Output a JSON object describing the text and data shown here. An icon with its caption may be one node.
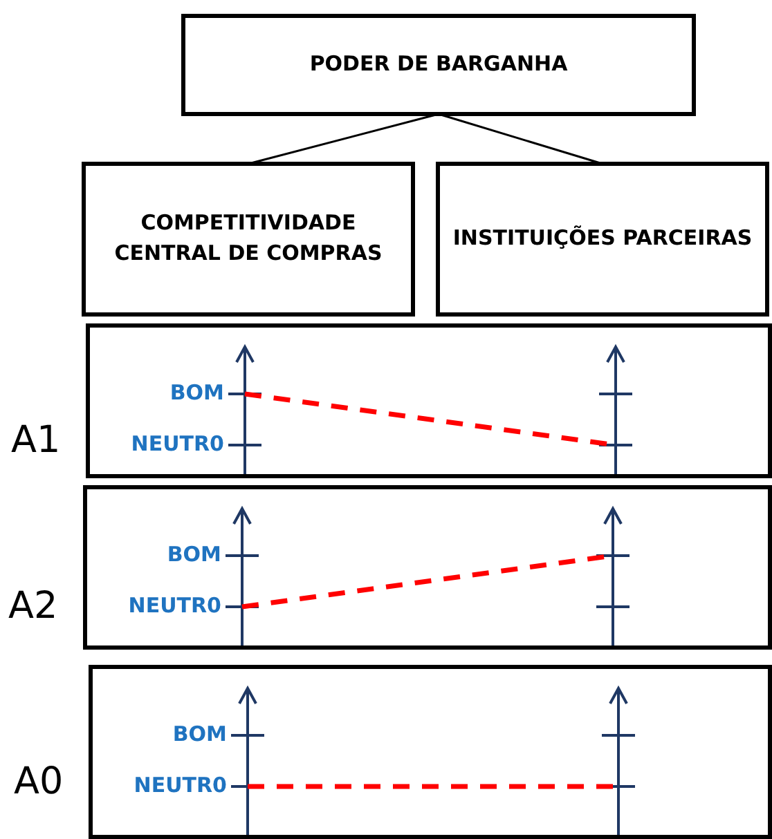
{
  "diagram": {
    "nodes": [
      {
        "text": [
          "PODER DE BARGANHA"
        ]
      },
      {
        "text": [
          "COMPETITIVIDADE CENTRAL DE COMPRAS"
        ]
      },
      {
        "text": [
          "INSTITUIÇÕES PARCEIRAS"
        ]
      },
      {
        "text": [],
        "shape": "box",
        "beside": [
          "A1"
        ]
      },
      {
        "text": [],
        "shape": "box",
        "beside": [
          "A2"
        ]
      },
      {
        "text": [],
        "shape": "box",
        "beside": [
          "A0"
        ]
      }
    ],
    "edges": [
      {
        "from": 0,
        "to": 1,
        "arrow": "none"
      },
      {
        "from": 0,
        "to": 2,
        "arrow": "none"
      }
    ],
    "labels": [
      "BOM",
      "NEUTR0",
      "BOM",
      "NEUTR0",
      "BOM",
      "NEUTR0"
    ]
  }
}
